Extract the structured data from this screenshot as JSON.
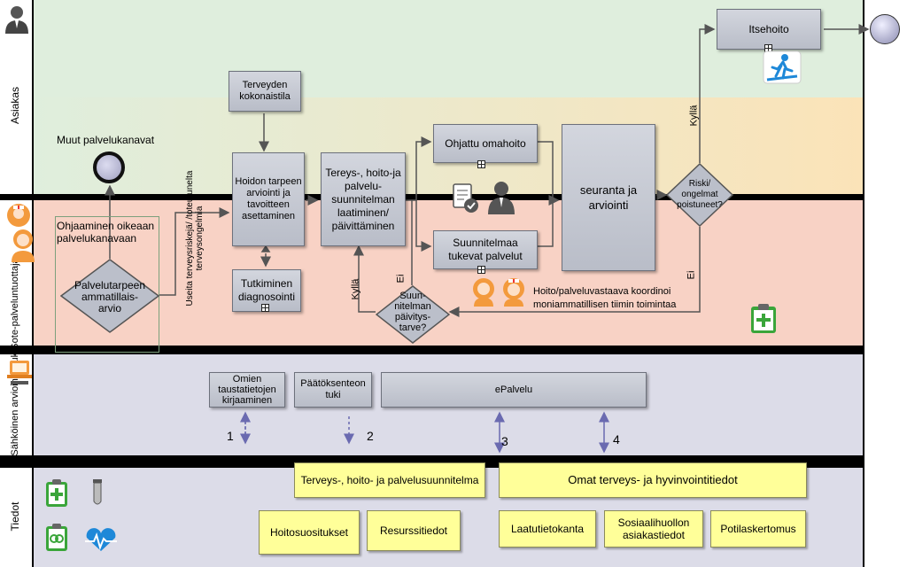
{
  "lanes": {
    "asiakas": "Asiakas",
    "sote": "Sote-palveluntuottaja",
    "sahkoinen": "Sähköinen arvioinnintuki",
    "tiedot": "Tiedot"
  },
  "events": {
    "muut_palvelukanavat": "Muut palvelukanavat"
  },
  "tasks": {
    "terveyden_kokonaistila": "Terveyden kokonaistila",
    "hoidon_tarpeen": "Hoidon tarpeen arviointi ja tavoitteen asettaminen",
    "tutkiminen": "Tutkiminen diagnosointi",
    "tereys_hoito": "Tereys-, hoito-ja palvelu-suunnitelman laatiminen/ päivittäminen",
    "ohjattu_omahoito": "Ohjattu omahoito",
    "suunnitelmaa_tukevat": "Suunnitelmaa tukevat palvelut",
    "seuranta": "seuranta ja arviointi",
    "itsehoito": "Itsehoito",
    "omien_taustatietojen": "Omien taustatietojen kirjaaminen",
    "paatoksenteon_tuki": "Päätöksenteon tuki",
    "epalvelu": "ePalvelu"
  },
  "gateways": {
    "palvelutarpeen": "Palvelutarpeen ammatillais-arvio",
    "suunnitelman_paivitys": "Suun-nitelman päivitys-tarve?",
    "riski": "Riski/ ongelmat poistuneet?"
  },
  "annotations": {
    "ohjaaminen": "Ohjaaminen oikeaan palvelukanavaan",
    "vertical_note": "Useita terveysriskejä/ /toteutunelta terveysongelmia",
    "hoito_palveluvastaava": "Hoito/palveluvastaava koordinoi moniammatillisen tiimin toimintaa",
    "kylla_1": "Kyllä",
    "ei_1": "Ei",
    "kylla_2": "Kyllä",
    "ei_2": "Ei"
  },
  "numbers": {
    "n1": "1",
    "n2": "2",
    "n3": "3",
    "n4": "4"
  },
  "data_objects": {
    "suunnitelma": "Terveys-, hoito- ja palvelusuunnitelma",
    "omat_tiedot": "Omat terveys- ja hyvinvointitiedot",
    "hoitosuositukset": "Hoitosuositukset",
    "resurssitiedot": "Resurssitiedot",
    "laatutietokanta": "Laatutietokanta",
    "sosiaalihuollon": "Sosiaalihuollon asiakastiedot",
    "potilaskertomus": "Potilaskertomus"
  },
  "colors": {
    "asiakas_lane": "#dfeedd",
    "asiakas_orange": "#fbe3b8",
    "sote_lane": "#f8d2c5",
    "sahkoinen_lane": "#dcdce8",
    "tiedot_lane": "#dcdce8",
    "divider": "#000000",
    "task": "#c3c7d1",
    "document": "#ffff99",
    "icon_green": "#3aa53a",
    "icon_blue": "#1e88d8",
    "icon_orange": "#f39a3d"
  }
}
